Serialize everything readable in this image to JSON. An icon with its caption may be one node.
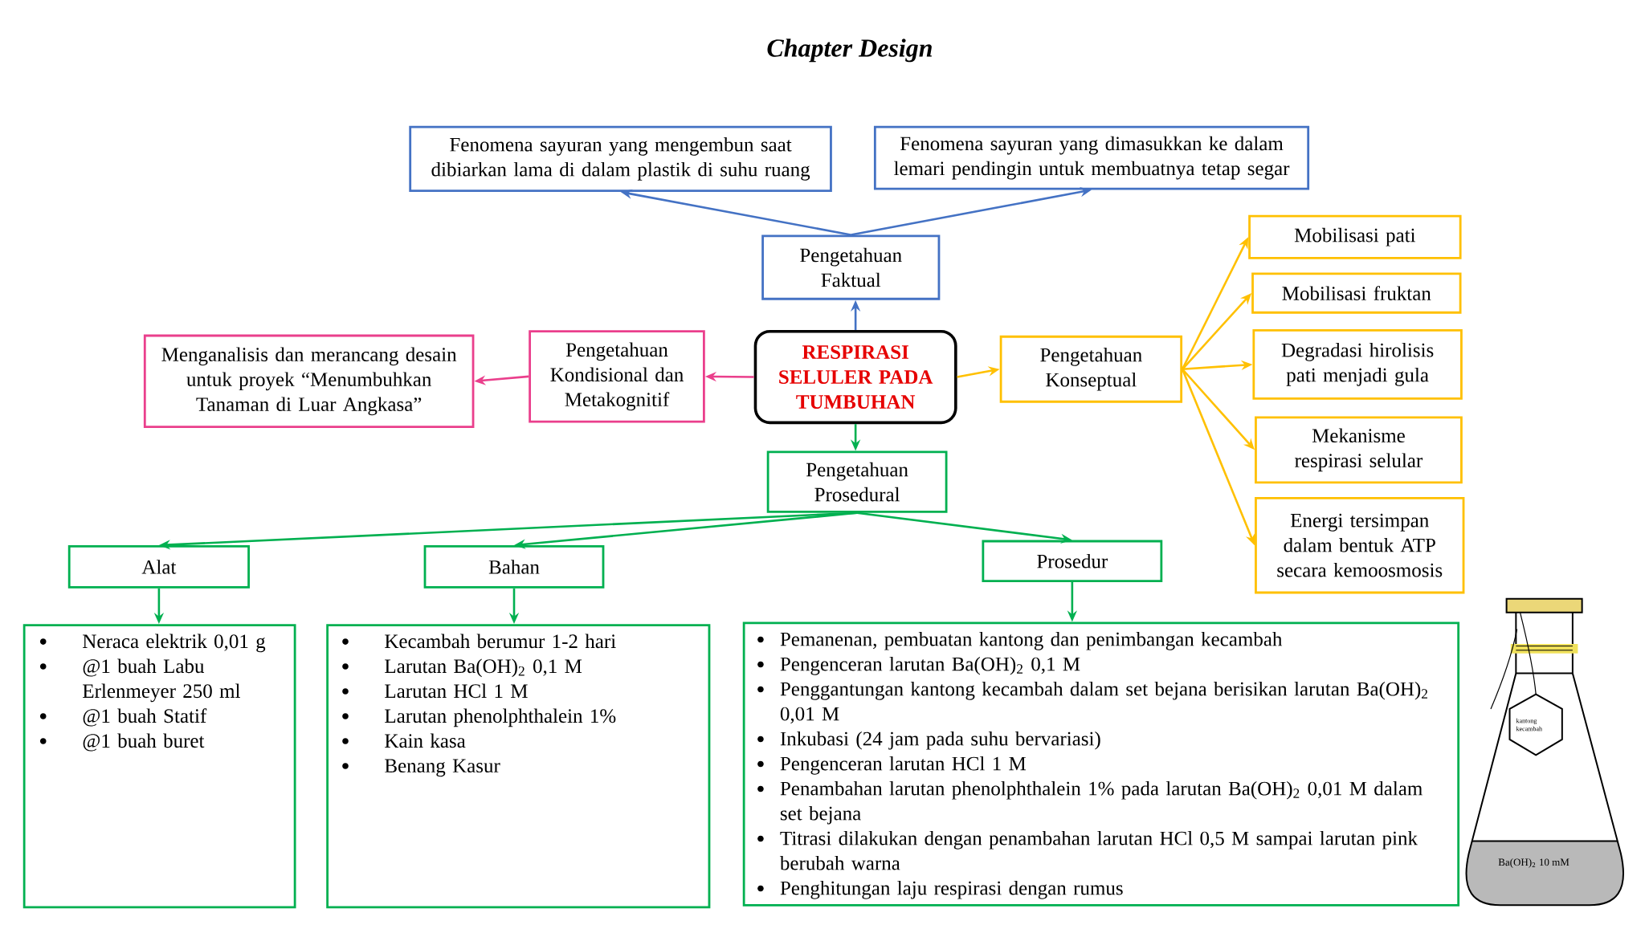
{
  "diagram": {
    "title": "Chapter Design",
    "nodes": [
      {
        "text": [
          "Fenomena sayuran yang mengembun saat dibiarkan lama di dalam plastik di suhu ruang"
        ]
      },
      {
        "text": [
          "Fenomena sayuran yang dimasukkan ke dalam lemari pendingin untuk membuatnya tetap segar"
        ]
      },
      {
        "text": [
          "Pengetahuan Faktual"
        ]
      },
      {
        "text": [
          "RESPIRASI SELULER PADA TUMBUHAN"
        ]
      },
      {
        "text": [
          "Pengetahuan Kondisional dan Metakognitif"
        ]
      },
      {
        "text": [
          "Menganalisis dan merancang desain untuk proyek “Menumbuhkan Tanaman di Luar Angkasa”"
        ]
      },
      {
        "text": [
          "Pengetahuan Konseptual"
        ]
      },
      {
        "text": [
          "Mobilisasi pati"
        ]
      },
      {
        "text": [
          "Mobilisasi fruktan"
        ]
      },
      {
        "text": [
          "Degradasi hirolisis pati menjadi gula"
        ]
      },
      {
        "text": [
          "Mekanisme respirasi selular"
        ]
      },
      {
        "text": [
          "Energi tersimpan dalam bentuk ATP secara kemoosmosis"
        ]
      },
      {
        "text": [
          "Pengetahuan Prosedural"
        ]
      },
      {
        "text": [
          "Alat"
        ]
      },
      {
        "text": [
          "Bahan"
        ]
      },
      {
        "text": [
          "Prosedur"
        ]
      },
      {
        "text": [
          "Neraca elektrik 0,01 g",
          "@1 buah Labu Erlenmeyer 250 ml",
          "@1 buah Statif",
          "@1 buah buret"
        ]
      },
      {
        "text": [
          "Kecambah berumur 1-2 hari",
          "Larutan Ba(OH)$_{2}$ 0,1 M",
          "Larutan HCl 1 M",
          "Larutan phenolphthalein 1%",
          "Kain kasa",
          "Benang Kasur"
        ]
      },
      {
        "text": [
          "Pemanenan, pembuatan kantong dan penimbangan kecambah",
          "Pengenceran larutan Ba(OH)$_{2}$ 0,1 M",
          "Penggantungan kantong kecambah dalam set bejana berisikan larutan Ba(OH)$_{2}$ 0,01 M",
          "Inkubasi (24 jam pada suhu bervariasi)",
          "Pengenceran larutan HCl 1 M",
          "Penambahan larutan phenolphthalein 1% pada larutan Ba(OH)$_{2}$ 0,01 M dalam set bejana",
          "Titrasi dilakukan dengan penambahan larutan HCl 0,5 M sampai larutan pink berubah warna",
          "Penghitungan laju respirasi dengan rumus"
        ]
      }
    ],
    "edges": [
      {
        "from": 2,
        "to": 0,
        "arrow": "to",
        "color": "#4472c4"
      },
      {
        "from": 2,
        "to": 1,
        "arrow": "to",
        "color": "#4472c4"
      },
      {
        "from": 3,
        "to": 2,
        "arrow": "to",
        "color": "#4472c4"
      },
      {
        "from": 3,
        "to": 4,
        "arrow": "to",
        "color": "#ea3f8c"
      },
      {
        "from": 4,
        "to": 5,
        "arrow": "to",
        "color": "#ea3f8c"
      },
      {
        "from": 3,
        "to": 6,
        "arrow": "to",
        "color": "#ffc000"
      },
      {
        "from": 6,
        "to": 7,
        "arrow": "to",
        "color": "#ffc000"
      },
      {
        "from": 6,
        "to": 8,
        "arrow": "to",
        "color": "#ffc000"
      },
      {
        "from": 6,
        "to": 9,
        "arrow": "to",
        "color": "#ffc000"
      },
      {
        "from": 6,
        "to": 10,
        "arrow": "to",
        "color": "#ffc000"
      },
      {
        "from": 6,
        "to": 11,
        "arrow": "to",
        "color": "#ffc000"
      },
      {
        "from": 3,
        "to": 12,
        "arrow": "to",
        "color": "#00b050"
      },
      {
        "from": 12,
        "to": 13,
        "arrow": "to",
        "color": "#00b050"
      },
      {
        "from": 12,
        "to": 14,
        "arrow": "to",
        "color": "#00b050"
      },
      {
        "from": 12,
        "to": 15,
        "arrow": "to",
        "color": "#00b050"
      },
      {
        "from": 13,
        "to": 16,
        "arrow": "to",
        "color": "#00b050"
      },
      {
        "from": 14,
        "to": 17,
        "arrow": "to",
        "color": "#00b050"
      },
      {
        "from": 15,
        "to": 18,
        "arrow": "to",
        "color": "#00b050"
      }
    ],
    "labels": [
      "kantong kecambah",
      "Ba(OH)$_{2}$ 10 mM"
    ]
  }
}
